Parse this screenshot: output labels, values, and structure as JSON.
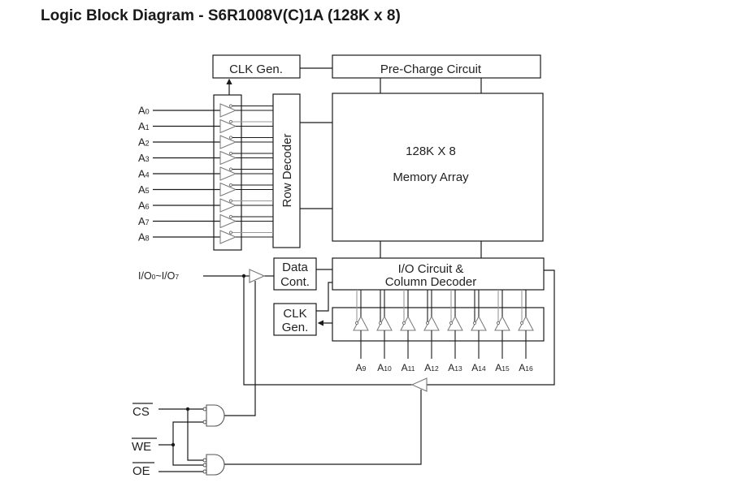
{
  "title": "Logic Block Diagram - S6R1008V(C)1A (128K x 8)",
  "blocks": {
    "clk_gen_top": "CLK Gen.",
    "pre_charge": "Pre-Charge Circuit",
    "row_decoder": "Row Decoder",
    "memory_array_line1": "128K X 8",
    "memory_array_line2": "Memory Array",
    "io_circuit_line1": "I/O Circuit &",
    "io_circuit_line2": "Column Decoder",
    "data_cont_line1": "Data",
    "data_cont_line2": "Cont.",
    "clk_gen_bottom_line1": "CLK",
    "clk_gen_bottom_line2": "Gen."
  },
  "row_address_inputs": [
    {
      "base": "A",
      "sub": "0"
    },
    {
      "base": "A",
      "sub": "1"
    },
    {
      "base": "A",
      "sub": "2"
    },
    {
      "base": "A",
      "sub": "3"
    },
    {
      "base": "A",
      "sub": "4"
    },
    {
      "base": "A",
      "sub": "5"
    },
    {
      "base": "A",
      "sub": "6"
    },
    {
      "base": "A",
      "sub": "7"
    },
    {
      "base": "A",
      "sub": "8"
    }
  ],
  "column_address_inputs": [
    {
      "base": "A",
      "sub": "9"
    },
    {
      "base": "A",
      "sub": "10"
    },
    {
      "base": "A",
      "sub": "11"
    },
    {
      "base": "A",
      "sub": "12"
    },
    {
      "base": "A",
      "sub": "13"
    },
    {
      "base": "A",
      "sub": "14"
    },
    {
      "base": "A",
      "sub": "15"
    },
    {
      "base": "A",
      "sub": "16"
    }
  ],
  "io_label": {
    "p1": "I/O",
    "s1": "0",
    "p2": "~I/O",
    "s2": "7"
  },
  "control_inputs": {
    "cs": "CS",
    "we": "WE",
    "oe": "OE"
  },
  "colors": {
    "line": "#1a1a1a",
    "buffer": "#777777",
    "grey_wire": "#999999"
  }
}
